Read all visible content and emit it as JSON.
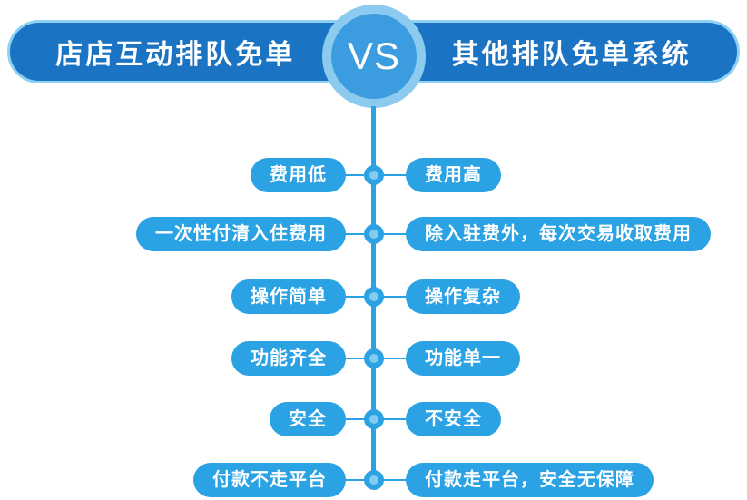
{
  "header": {
    "left_title": "店店互动排队免单",
    "right_title": "其他排队免单系统",
    "vs_label": "VS"
  },
  "comparison": {
    "rows": [
      {
        "left": "费用低",
        "right": "费用高"
      },
      {
        "left": "一次性付清入住费用",
        "right": "除入驻费外，每次交易收取费用"
      },
      {
        "left": "操作简单",
        "right": "操作复杂"
      },
      {
        "left": "功能齐全",
        "right": "功能单一"
      },
      {
        "left": "安全",
        "right": "不安全"
      },
      {
        "left": "付款不走平台",
        "right": "付款走平台，安全无保障"
      }
    ]
  },
  "colors": {
    "background": "#ffffff",
    "header_bar": "#1b73c4",
    "header_border": "#8ed1f2",
    "vs_circle_fill": "#3b9ddf",
    "vs_ring": "#8ccaef",
    "pill": "#2aa2e3",
    "line": "#2aa2e3",
    "node_inner": "#85cbf0",
    "text": "#ffffff"
  }
}
